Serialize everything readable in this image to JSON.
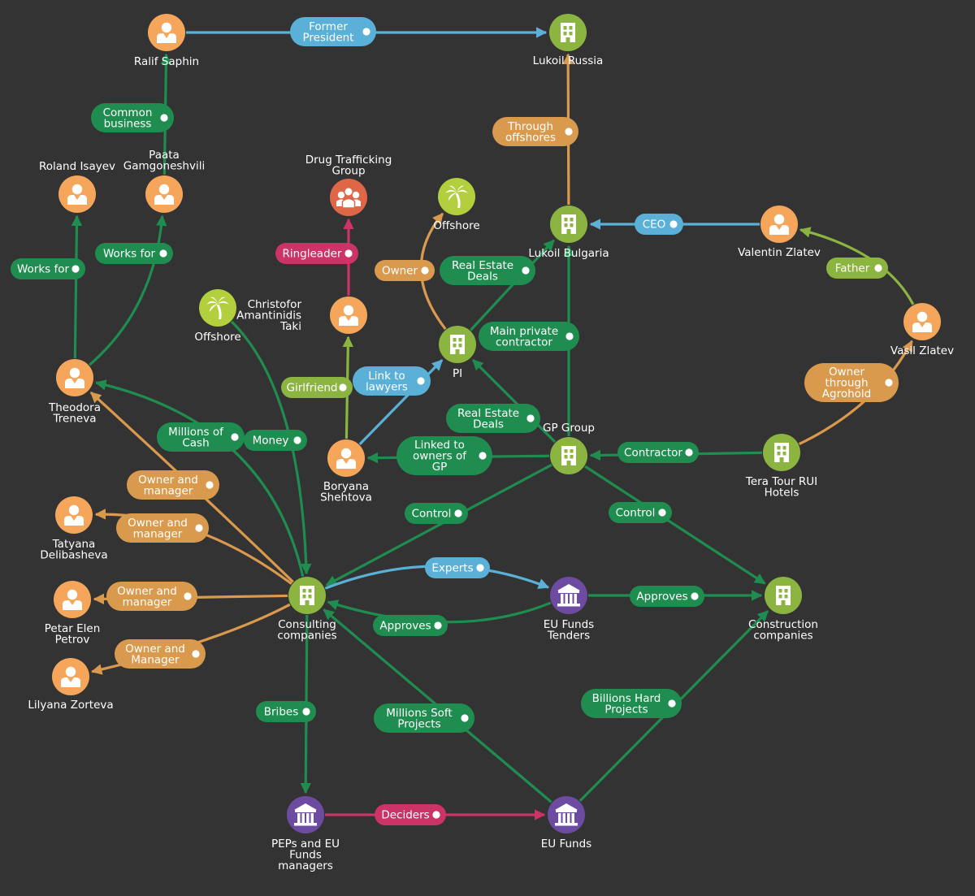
{
  "colors": {
    "background": "#333333",
    "green": "#1f8d4f",
    "light_green": "#8cb441",
    "orange": "#d99a4e",
    "person_orange": "#f5a65a",
    "blue": "#5ab0d6",
    "pink": "#cc3366",
    "red": "#e06648",
    "purple": "#6d4ba0",
    "palm_green": "#b3cf3e"
  },
  "nodes": {
    "ralif": {
      "kind": "person",
      "color": "person_orange",
      "label": [
        "Ralif Saphin"
      ]
    },
    "lukoil_russia": {
      "kind": "company",
      "color": "light_green",
      "label": [
        "Lukoil Russia"
      ]
    },
    "roland": {
      "kind": "person",
      "color": "person_orange",
      "label": [
        "Roland Isayev"
      ]
    },
    "paata": {
      "kind": "person",
      "color": "person_orange",
      "label": [
        "Paata",
        "Gamgoneshvili"
      ]
    },
    "drug_group": {
      "kind": "group",
      "color": "red",
      "label": [
        "Drug Trafficking",
        "Group"
      ]
    },
    "offshore_top": {
      "kind": "offshore",
      "color": "palm_green",
      "label": [
        "Offshore"
      ]
    },
    "lukoil_bg": {
      "kind": "company",
      "color": "light_green",
      "label": [
        "Lukoil Bulgaria"
      ]
    },
    "valentin": {
      "kind": "person",
      "color": "person_orange",
      "label": [
        "Valentin Zlatev"
      ]
    },
    "vasil": {
      "kind": "person",
      "color": "person_orange",
      "label": [
        "Vasil Zlatev"
      ]
    },
    "offshore_left": {
      "kind": "offshore",
      "color": "palm_green",
      "label": [
        "Offshore"
      ]
    },
    "christofor": {
      "kind": "person",
      "color": "person_orange",
      "label": [
        "Christofor",
        "Amantinidis",
        "Taki"
      ]
    },
    "pi": {
      "kind": "company",
      "color": "light_green",
      "label": [
        "PI"
      ]
    },
    "theodora": {
      "kind": "person",
      "color": "person_orange",
      "label": [
        "Theodora",
        "Treneva"
      ]
    },
    "gp_group": {
      "kind": "company",
      "color": "light_green",
      "label": [
        "GP Group"
      ]
    },
    "boryana": {
      "kind": "person",
      "color": "person_orange",
      "label": [
        "Boryana",
        "Shehtova"
      ]
    },
    "tera_tour": {
      "kind": "company",
      "color": "light_green",
      "label": [
        "Tera Tour RUI",
        "Hotels"
      ]
    },
    "tatyana": {
      "kind": "person",
      "color": "person_orange",
      "label": [
        "Tatyana",
        "Delibasheva"
      ]
    },
    "petar": {
      "kind": "person",
      "color": "person_orange",
      "label": [
        "Petar Elen",
        "Petrov"
      ]
    },
    "lilyana": {
      "kind": "person",
      "color": "person_orange",
      "label": [
        "Lilyana Zorteva"
      ]
    },
    "consulting": {
      "kind": "company",
      "color": "light_green",
      "label": [
        "Consulting",
        "companies"
      ]
    },
    "eu_tenders": {
      "kind": "institution",
      "color": "purple",
      "label": [
        "EU Funds",
        "Tenders"
      ]
    },
    "construction": {
      "kind": "company",
      "color": "light_green",
      "label": [
        "Construction",
        "companies"
      ]
    },
    "peps": {
      "kind": "institution",
      "color": "purple",
      "label": [
        "PEPs and EU",
        "Funds",
        "managers"
      ]
    },
    "eu_funds": {
      "kind": "institution",
      "color": "purple",
      "label": [
        "EU Funds"
      ]
    }
  },
  "edges": [
    {
      "id": "former_president",
      "from": "ralif",
      "to": "lukoil_russia",
      "color": "blue",
      "label": [
        "Former",
        "President"
      ]
    },
    {
      "id": "common_business",
      "from": "paata",
      "to": "ralif",
      "color": "green",
      "label": [
        "Common",
        "business"
      ]
    },
    {
      "id": "through_offshores",
      "from": "lukoil_bg",
      "to": "lukoil_russia",
      "color": "orange",
      "label": [
        "Through",
        "offshores"
      ]
    },
    {
      "id": "works_for_roland",
      "from": "theodora",
      "to": "roland",
      "color": "green",
      "label": [
        "Works for"
      ]
    },
    {
      "id": "works_for_paata",
      "from": "theodora",
      "to": "paata",
      "color": "green",
      "label": [
        "Works for"
      ]
    },
    {
      "id": "ringleader",
      "from": "christofor",
      "to": "drug_group",
      "color": "pink",
      "label": [
        "Ringleader"
      ]
    },
    {
      "id": "owner_offshore",
      "from": "pi",
      "to": "offshore_top",
      "color": "orange",
      "label": [
        "Owner"
      ]
    },
    {
      "id": "real_estate_pi_lukoil",
      "from": "pi",
      "to": "lukoil_bg",
      "color": "green",
      "label": [
        "Real Estate",
        "Deals"
      ]
    },
    {
      "id": "ceo",
      "from": "valentin",
      "to": "lukoil_bg",
      "color": "blue",
      "label": [
        "CEO"
      ]
    },
    {
      "id": "father",
      "from": "vasil",
      "to": "valentin",
      "color": "light_green",
      "label": [
        "Father"
      ]
    },
    {
      "id": "owner_agrohold",
      "from": "tera_tour",
      "to": "vasil",
      "color": "orange",
      "label": [
        "Owner",
        "through",
        "Agrohold"
      ]
    },
    {
      "id": "main_private_contractor",
      "from": "gp_group",
      "to": "lukoil_bg",
      "color": "green",
      "label": [
        "Main private",
        "contractor"
      ]
    },
    {
      "id": "real_estate_gp_pi",
      "from": "gp_group",
      "to": "pi",
      "color": "green",
      "label": [
        "Real Estate",
        "Deals"
      ]
    },
    {
      "id": "link_lawyers",
      "from": "boryana",
      "to": "pi",
      "color": "blue",
      "label": [
        "Link to",
        "lawyers"
      ]
    },
    {
      "id": "girlfriend",
      "from": "boryana",
      "to": "christofor",
      "color": "light_green",
      "label": [
        "Girlfriend"
      ]
    },
    {
      "id": "linked_owners",
      "from": "gp_group",
      "to": "boryana",
      "color": "green",
      "label": [
        "Linked to",
        "owners of",
        "GP"
      ]
    },
    {
      "id": "contractor",
      "from": "tera_tour",
      "to": "gp_group",
      "color": "green",
      "label": [
        "Contractor"
      ]
    },
    {
      "id": "millions_cash",
      "from": "consulting",
      "to": "theodora",
      "color": "green",
      "label": [
        "Millions of",
        "Cash"
      ]
    },
    {
      "id": "money",
      "from": "offshore_left",
      "to": "consulting",
      "color": "green",
      "label": [
        "Money"
      ]
    },
    {
      "id": "owner_manager_theodora",
      "from": "consulting",
      "to": "theodora",
      "color": "orange",
      "label": [
        "Owner and",
        "manager"
      ]
    },
    {
      "id": "owner_manager_tatyana",
      "from": "consulting",
      "to": "tatyana",
      "color": "orange",
      "label": [
        "Owner and",
        "manager"
      ]
    },
    {
      "id": "owner_manager_petar",
      "from": "consulting",
      "to": "petar",
      "color": "orange",
      "label": [
        "Owner and",
        "manager"
      ]
    },
    {
      "id": "owner_manager_lilyana",
      "from": "consulting",
      "to": "lilyana",
      "color": "orange",
      "label": [
        "Owner and",
        "Manager"
      ]
    },
    {
      "id": "control_consulting",
      "from": "gp_group",
      "to": "consulting",
      "color": "green",
      "label": [
        "Control"
      ]
    },
    {
      "id": "control_construction",
      "from": "gp_group",
      "to": "construction",
      "color": "green",
      "label": [
        "Control"
      ]
    },
    {
      "id": "experts",
      "from": "consulting",
      "to": "eu_tenders",
      "color": "blue",
      "label": [
        "Experts"
      ]
    },
    {
      "id": "approves_consulting",
      "from": "eu_tenders",
      "to": "consulting",
      "color": "green",
      "label": [
        "Approves"
      ]
    },
    {
      "id": "approves_construction",
      "from": "eu_tenders",
      "to": "construction",
      "color": "green",
      "label": [
        "Approves"
      ]
    },
    {
      "id": "bribes",
      "from": "consulting",
      "to": "peps",
      "color": "green",
      "label": [
        "Bribes"
      ]
    },
    {
      "id": "millions_soft",
      "from": "eu_funds",
      "to": "consulting",
      "color": "green",
      "label": [
        "Millions Soft",
        "Projects"
      ]
    },
    {
      "id": "billions_hard",
      "from": "eu_funds",
      "to": "construction",
      "color": "green",
      "label": [
        "Billions Hard",
        "Projects"
      ]
    },
    {
      "id": "deciders",
      "from": "peps",
      "to": "eu_funds",
      "color": "pink",
      "label": [
        "Deciders"
      ]
    }
  ]
}
